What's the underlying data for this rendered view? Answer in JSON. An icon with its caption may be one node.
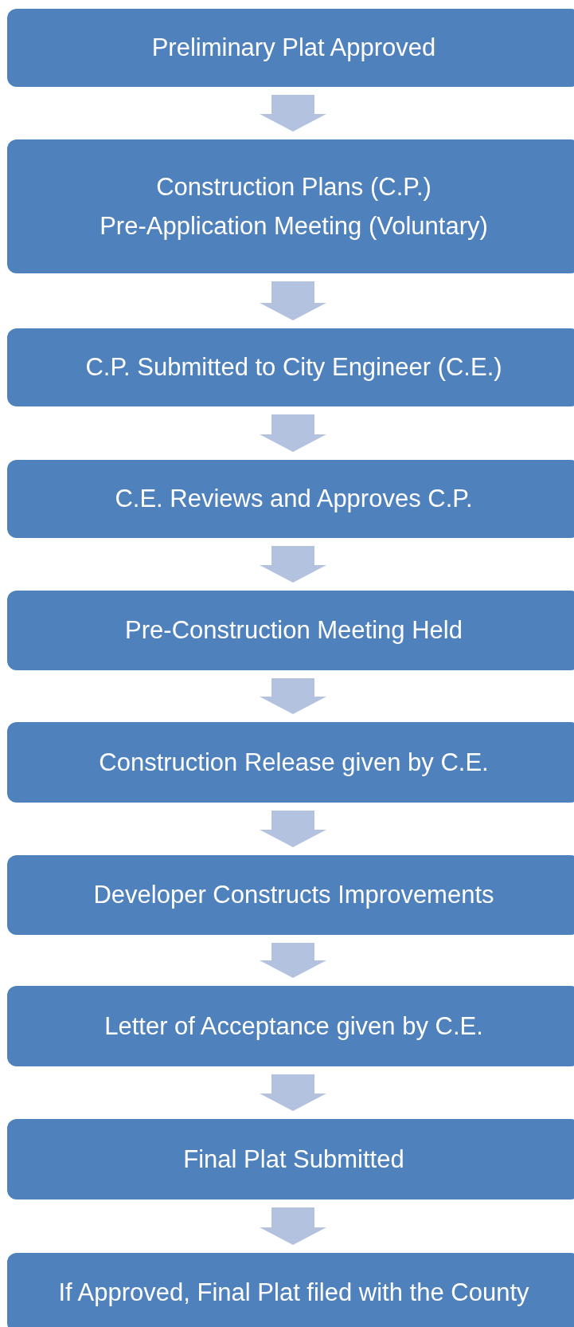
{
  "diagram": {
    "nodes": [
      {
        "text": [
          "Preliminary Plat Approved"
        ]
      },
      {
        "text": [
          "Construction Plans (C.P.)",
          "Pre-Application Meeting (Voluntary)"
        ]
      },
      {
        "text": [
          "C.P. Submitted to City Engineer (C.E.)"
        ]
      },
      {
        "text": [
          "C.E. Reviews and Approves C.P."
        ]
      },
      {
        "text": [
          "Pre-Construction Meeting Held"
        ]
      },
      {
        "text": [
          "Construction Release given by C.E."
        ]
      },
      {
        "text": [
          "Developer Constructs Improvements"
        ]
      },
      {
        "text": [
          "Letter of Acceptance given by C.E."
        ]
      },
      {
        "text": [
          "Final Plat Submitted"
        ]
      },
      {
        "text": [
          "If Approved, Final Plat filed with the County"
        ]
      }
    ],
    "edges": [
      {
        "from": 0,
        "to": 1,
        "arrow": "to"
      },
      {
        "from": 1,
        "to": 2,
        "arrow": "to"
      },
      {
        "from": 2,
        "to": 3,
        "arrow": "to"
      },
      {
        "from": 3,
        "to": 4,
        "arrow": "to"
      },
      {
        "from": 4,
        "to": 5,
        "arrow": "to"
      },
      {
        "from": 5,
        "to": 6,
        "arrow": "to"
      },
      {
        "from": 6,
        "to": 7,
        "arrow": "to"
      },
      {
        "from": 7,
        "to": 8,
        "arrow": "to"
      },
      {
        "from": 8,
        "to": 9,
        "arrow": "to"
      }
    ]
  }
}
